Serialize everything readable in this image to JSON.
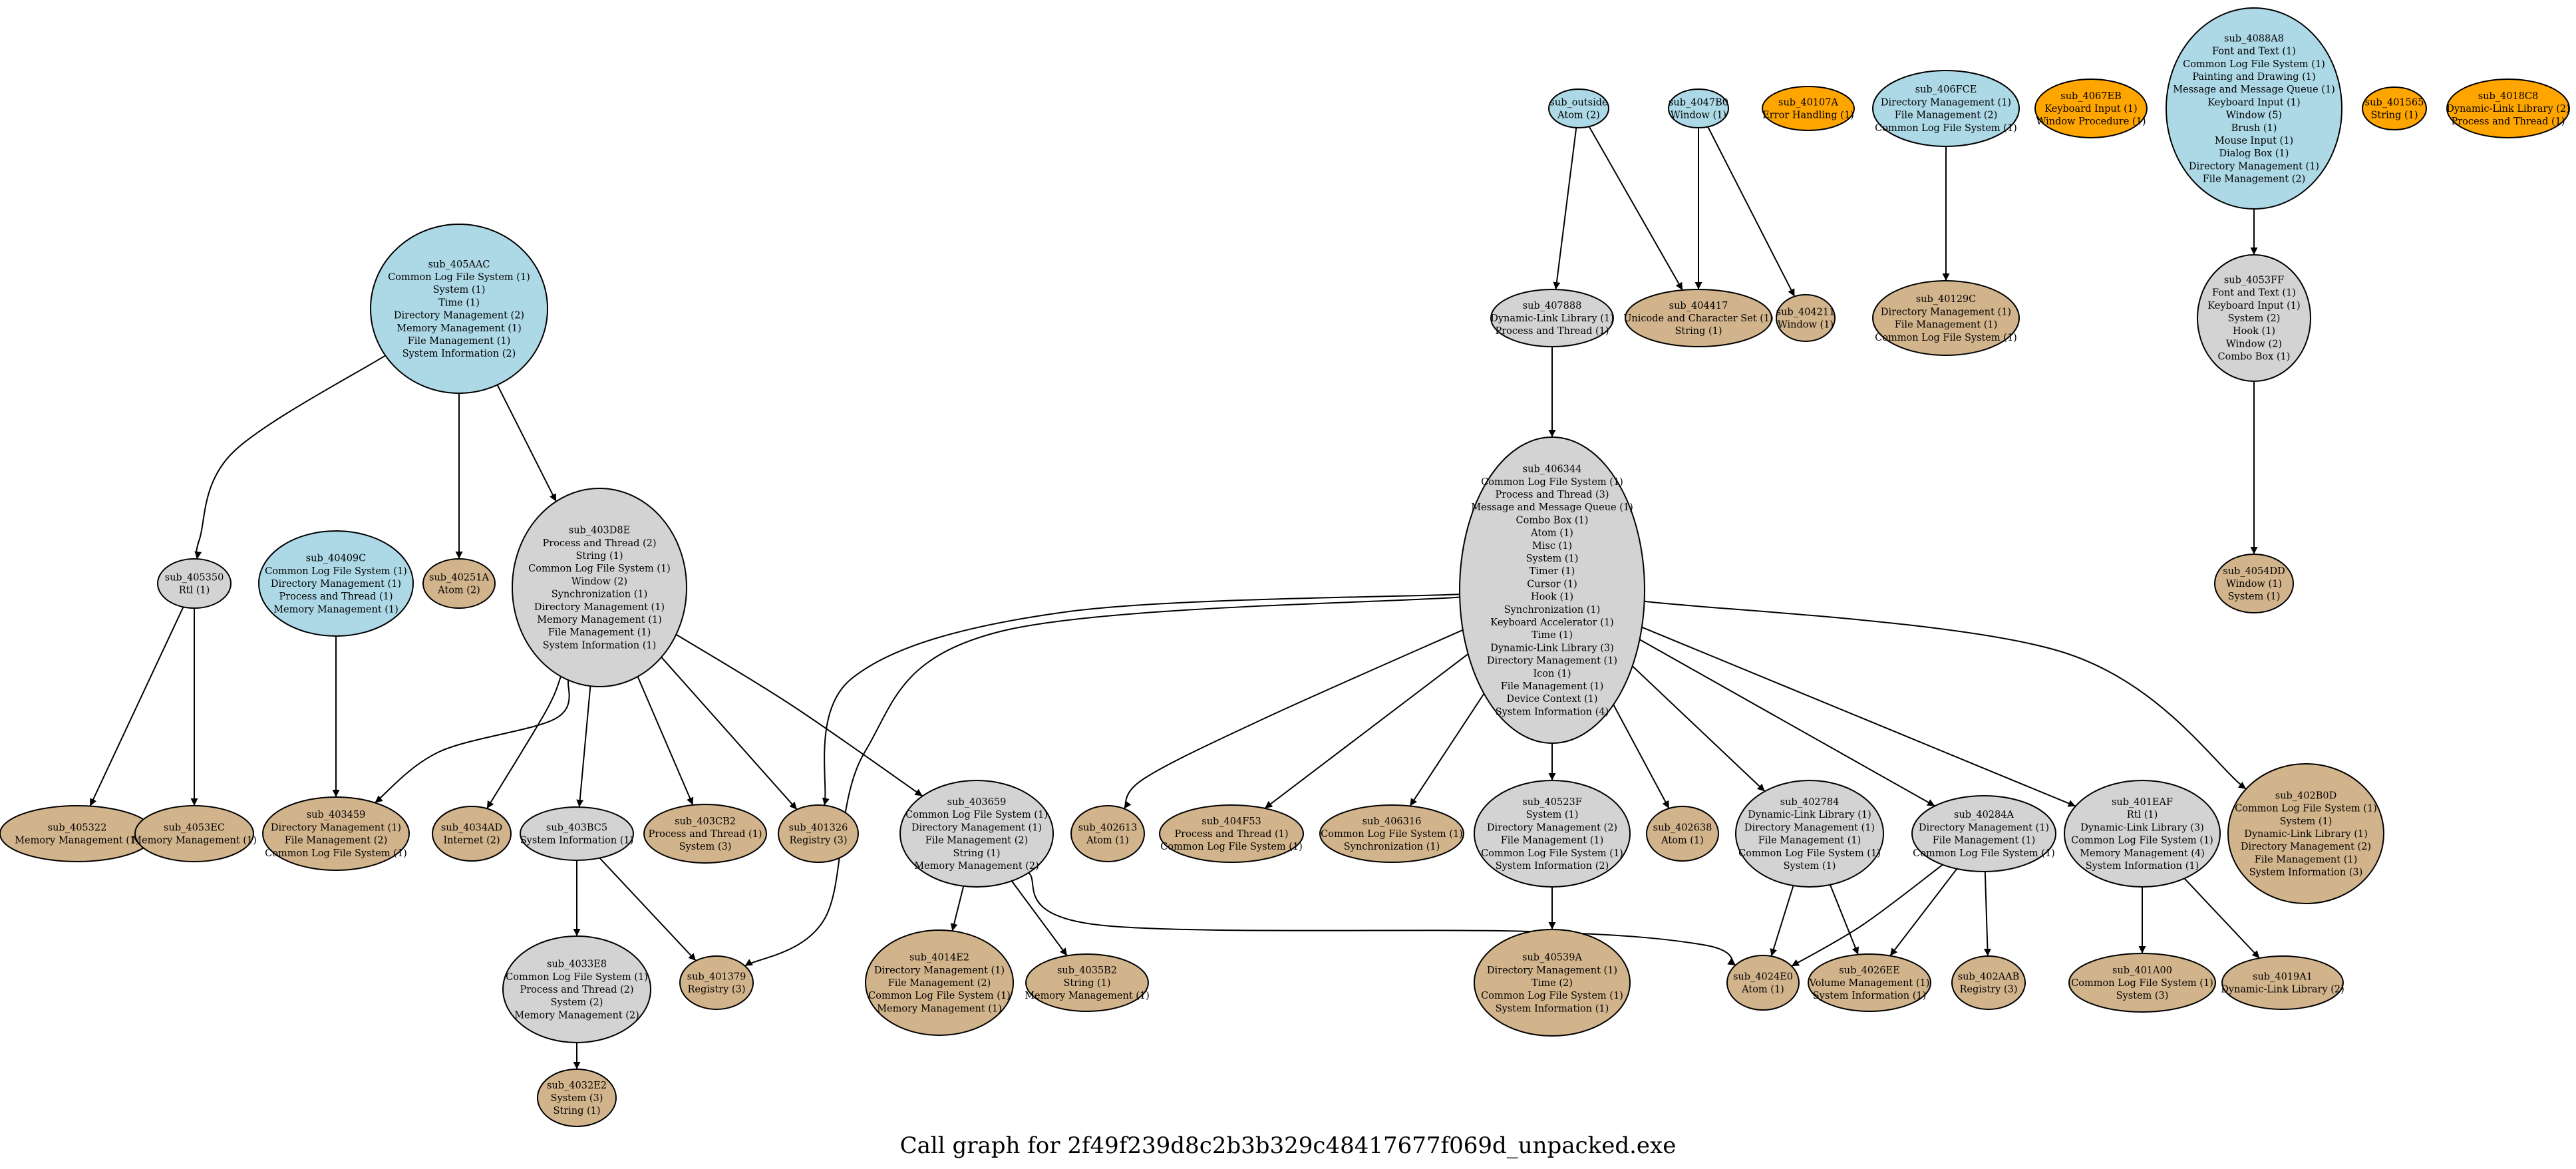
{
  "caption": "Call graph for 2f49f239d8c2b3b329c48417677f069d_unpacked.exe",
  "colors": {
    "entry": "#add8e6",
    "internal": "#d3d3d3",
    "leaf": "#d2b48c",
    "orphan": "#ffa500",
    "stroke": "#000000"
  },
  "nodes": [
    {
      "id": "sub_outside",
      "kind": "entry",
      "lines": [
        "sub_outside",
        "Atom (2)"
      ]
    },
    {
      "id": "sub_4047B0",
      "kind": "entry",
      "lines": [
        "sub_4047B0",
        "Window (1)"
      ]
    },
    {
      "id": "sub_40107A",
      "kind": "orphan",
      "lines": [
        "sub_40107A",
        "Error Handling (1)"
      ]
    },
    {
      "id": "sub_406FCE",
      "kind": "entry",
      "lines": [
        "sub_406FCE",
        "Directory Management (1)",
        "File Management (2)",
        "Common Log File System (1)"
      ]
    },
    {
      "id": "sub_4067EB",
      "kind": "orphan",
      "lines": [
        "sub_4067EB",
        "Keyboard Input (1)",
        "Window Procedure (1)"
      ]
    },
    {
      "id": "sub_4088A8",
      "kind": "entry",
      "lines": [
        "sub_4088A8",
        "Font and Text (1)",
        "Common Log File System (1)",
        "Painting and Drawing (1)",
        "Message and Message Queue (1)",
        "Keyboard Input (1)",
        "Window (5)",
        "Brush (1)",
        "Mouse Input (1)",
        "Dialog Box (1)",
        "Directory Management (1)",
        "File Management (2)"
      ]
    },
    {
      "id": "sub_401565",
      "kind": "orphan",
      "lines": [
        "sub_401565",
        "String (1)"
      ]
    },
    {
      "id": "sub_4018C8",
      "kind": "orphan",
      "lines": [
        "sub_4018C8",
        "Dynamic-Link Library (2)",
        "Process and Thread (1)"
      ]
    },
    {
      "id": "sub_405AAC",
      "kind": "entry",
      "lines": [
        "sub_405AAC",
        "Common Log File System (1)",
        "System (1)",
        "Time (1)",
        "Directory Management (2)",
        "Memory Management (1)",
        "File Management (1)",
        "System Information (2)"
      ]
    },
    {
      "id": "sub_407888",
      "kind": "internal",
      "lines": [
        "sub_407888",
        "Dynamic-Link Library (1)",
        "Process and Thread (1)"
      ]
    },
    {
      "id": "sub_404417",
      "kind": "leaf",
      "lines": [
        "sub_404417",
        "Unicode and Character Set (1)",
        "String (1)"
      ]
    },
    {
      "id": "sub_404211",
      "kind": "leaf",
      "lines": [
        "sub_404211",
        "Window (1)"
      ]
    },
    {
      "id": "sub_40129C",
      "kind": "leaf",
      "lines": [
        "sub_40129C",
        "Directory Management (1)",
        "File Management (1)",
        "Common Log File System (1)"
      ]
    },
    {
      "id": "sub_4053FF",
      "kind": "internal",
      "lines": [
        "sub_4053FF",
        "Font and Text (1)",
        "Keyboard Input (1)",
        "System (2)",
        "Hook (1)",
        "Window (2)",
        "Combo Box (1)"
      ]
    },
    {
      "id": "sub_406344",
      "kind": "internal",
      "lines": [
        "sub_406344",
        "Common Log File System (1)",
        "Process and Thread (3)",
        "Message and Message Queue (1)",
        "Combo Box (1)",
        "Atom (1)",
        "Misc (1)",
        "System (1)",
        "Timer (1)",
        "Cursor (1)",
        "Hook (1)",
        "Synchronization (1)",
        "Keyboard Accelerator (1)",
        "Time (1)",
        "Dynamic-Link Library (3)",
        "Directory Management (1)",
        "Icon (1)",
        "File Management (1)",
        "Device Context (1)",
        "System Information (4)"
      ]
    },
    {
      "id": "sub_403D8E",
      "kind": "internal",
      "lines": [
        "sub_403D8E",
        "Process and Thread (2)",
        "String (1)",
        "Common Log File System (1)",
        "Window (2)",
        "Synchronization (1)",
        "Directory Management (1)",
        "Memory Management (1)",
        "File Management (1)",
        "System Information (1)"
      ]
    },
    {
      "id": "sub_405350",
      "kind": "internal",
      "lines": [
        "sub_405350",
        "Rtl (1)"
      ]
    },
    {
      "id": "sub_40409C",
      "kind": "entry",
      "lines": [
        "sub_40409C",
        "Common Log File System (1)",
        "Directory Management (1)",
        "Process and Thread (1)",
        "Memory Management (1)"
      ]
    },
    {
      "id": "sub_40251A",
      "kind": "leaf",
      "lines": [
        "sub_40251A",
        "Atom (2)"
      ]
    },
    {
      "id": "sub_4054DD",
      "kind": "leaf",
      "lines": [
        "sub_4054DD",
        "Window (1)",
        "System (1)"
      ]
    },
    {
      "id": "sub_405322",
      "kind": "leaf",
      "lines": [
        "sub_405322",
        "Memory Management (1)"
      ]
    },
    {
      "id": "sub_4053EC",
      "kind": "leaf",
      "lines": [
        "sub_4053EC",
        "Memory Management (1)"
      ]
    },
    {
      "id": "sub_403459",
      "kind": "leaf",
      "lines": [
        "sub_403459",
        "Directory Management (1)",
        "File Management (2)",
        "Common Log File System (1)"
      ]
    },
    {
      "id": "sub_4034AD",
      "kind": "leaf",
      "lines": [
        "sub_4034AD",
        "Internet (2)"
      ]
    },
    {
      "id": "sub_403BC5",
      "kind": "internal",
      "lines": [
        "sub_403BC5",
        "System Information (1)"
      ]
    },
    {
      "id": "sub_403CB2",
      "kind": "leaf",
      "lines": [
        "sub_403CB2",
        "Process and Thread (1)",
        "System (3)"
      ]
    },
    {
      "id": "sub_401326",
      "kind": "leaf",
      "lines": [
        "sub_401326",
        "Registry (3)"
      ]
    },
    {
      "id": "sub_403659",
      "kind": "internal",
      "lines": [
        "sub_403659",
        "Common Log File System (1)",
        "Directory Management (1)",
        "File Management (2)",
        "String (1)",
        "Memory Management (2)"
      ]
    },
    {
      "id": "sub_402613",
      "kind": "leaf",
      "lines": [
        "sub_402613",
        "Atom (1)"
      ]
    },
    {
      "id": "sub_404F53",
      "kind": "leaf",
      "lines": [
        "sub_404F53",
        "Process and Thread (1)",
        "Common Log File System (1)"
      ]
    },
    {
      "id": "sub_406316",
      "kind": "leaf",
      "lines": [
        "sub_406316",
        "Common Log File System (1)",
        "Synchronization (1)"
      ]
    },
    {
      "id": "sub_40523F",
      "kind": "internal",
      "lines": [
        "sub_40523F",
        "System (1)",
        "Directory Management (2)",
        "File Management (1)",
        "Common Log File System (1)",
        "System Information (2)"
      ]
    },
    {
      "id": "sub_402638",
      "kind": "leaf",
      "lines": [
        "sub_402638",
        "Atom (1)"
      ]
    },
    {
      "id": "sub_402784",
      "kind": "internal",
      "lines": [
        "sub_402784",
        "Dynamic-Link Library (1)",
        "Directory Management (1)",
        "File Management (1)",
        "Common Log File System (1)",
        "System (1)"
      ]
    },
    {
      "id": "sub_40284A",
      "kind": "internal",
      "lines": [
        "sub_40284A",
        "Directory Management (1)",
        "File Management (1)",
        "Common Log File System (1)"
      ]
    },
    {
      "id": "sub_401EAF",
      "kind": "internal",
      "lines": [
        "sub_401EAF",
        "Rtl (1)",
        "Dynamic-Link Library (3)",
        "Common Log File System (1)",
        "Memory Management (4)",
        "System Information (1)"
      ]
    },
    {
      "id": "sub_402B0D",
      "kind": "leaf",
      "lines": [
        "sub_402B0D",
        "Common Log File System (1)",
        "System (1)",
        "Dynamic-Link Library (1)",
        "Directory Management (2)",
        "File Management (1)",
        "System Information (3)"
      ]
    },
    {
      "id": "sub_4033E8",
      "kind": "internal",
      "lines": [
        "sub_4033E8",
        "Common Log File System (1)",
        "Process and Thread (2)",
        "System (2)",
        "Memory Management (2)"
      ]
    },
    {
      "id": "sub_401379",
      "kind": "leaf",
      "lines": [
        "sub_401379",
        "Registry (3)"
      ]
    },
    {
      "id": "sub_4014E2",
      "kind": "leaf",
      "lines": [
        "sub_4014E2",
        "Directory Management (1)",
        "File Management (2)",
        "Common Log File System (1)",
        "Memory Management (1)"
      ]
    },
    {
      "id": "sub_4035B2",
      "kind": "leaf",
      "lines": [
        "sub_4035B2",
        "String (1)",
        "Memory Management (1)"
      ]
    },
    {
      "id": "sub_40539A",
      "kind": "leaf",
      "lines": [
        "sub_40539A",
        "Directory Management (1)",
        "Time (2)",
        "Common Log File System (1)",
        "System Information (1)"
      ]
    },
    {
      "id": "sub_4024E0",
      "kind": "leaf",
      "lines": [
        "sub_4024E0",
        "Atom (1)"
      ]
    },
    {
      "id": "sub_4026EE",
      "kind": "leaf",
      "lines": [
        "sub_4026EE",
        "Volume Management (1)",
        "System Information (1)"
      ]
    },
    {
      "id": "sub_402AAB",
      "kind": "leaf",
      "lines": [
        "sub_402AAB",
        "Registry (3)"
      ]
    },
    {
      "id": "sub_401A00",
      "kind": "leaf",
      "lines": [
        "sub_401A00",
        "Common Log File System (1)",
        "System (3)"
      ]
    },
    {
      "id": "sub_4019A1",
      "kind": "leaf",
      "lines": [
        "sub_4019A1",
        "Dynamic-Link Library (2)"
      ]
    },
    {
      "id": "sub_4032E2",
      "kind": "leaf",
      "lines": [
        "sub_4032E2",
        "System (3)",
        "String (1)"
      ]
    }
  ],
  "edges": [
    {
      "from": "sub_outside",
      "to": "sub_407888"
    },
    {
      "from": "sub_outside",
      "to": "sub_404417"
    },
    {
      "from": "sub_4047B0",
      "to": "sub_404417"
    },
    {
      "from": "sub_4047B0",
      "to": "sub_404211"
    },
    {
      "from": "sub_406FCE",
      "to": "sub_40129C"
    },
    {
      "from": "sub_4088A8",
      "to": "sub_4053FF"
    },
    {
      "from": "sub_4053FF",
      "to": "sub_4054DD"
    },
    {
      "from": "sub_407888",
      "to": "sub_406344"
    },
    {
      "from": "sub_405AAC",
      "to": "sub_405350"
    },
    {
      "from": "sub_405AAC",
      "to": "sub_40251A"
    },
    {
      "from": "sub_405AAC",
      "to": "sub_403D8E"
    },
    {
      "from": "sub_405350",
      "to": "sub_405322"
    },
    {
      "from": "sub_405350",
      "to": "sub_4053EC"
    },
    {
      "from": "sub_40409C",
      "to": "sub_403459"
    },
    {
      "from": "sub_403D8E",
      "to": "sub_403459"
    },
    {
      "from": "sub_403D8E",
      "to": "sub_4034AD"
    },
    {
      "from": "sub_403D8E",
      "to": "sub_403BC5"
    },
    {
      "from": "sub_403D8E",
      "to": "sub_403CB2"
    },
    {
      "from": "sub_403D8E",
      "to": "sub_401326"
    },
    {
      "from": "sub_403D8E",
      "to": "sub_403659"
    },
    {
      "from": "sub_403BC5",
      "to": "sub_4033E8"
    },
    {
      "from": "sub_403BC5",
      "to": "sub_401379"
    },
    {
      "from": "sub_4033E8",
      "to": "sub_4032E2"
    },
    {
      "from": "sub_403659",
      "to": "sub_4014E2"
    },
    {
      "from": "sub_403659",
      "to": "sub_4035B2"
    },
    {
      "from": "sub_403659",
      "to": "sub_4024E0"
    },
    {
      "from": "sub_406344",
      "to": "sub_401326"
    },
    {
      "from": "sub_406344",
      "to": "sub_401379"
    },
    {
      "from": "sub_406344",
      "to": "sub_402613"
    },
    {
      "from": "sub_406344",
      "to": "sub_404F53"
    },
    {
      "from": "sub_406344",
      "to": "sub_406316"
    },
    {
      "from": "sub_406344",
      "to": "sub_40523F"
    },
    {
      "from": "sub_406344",
      "to": "sub_402638"
    },
    {
      "from": "sub_406344",
      "to": "sub_402784"
    },
    {
      "from": "sub_406344",
      "to": "sub_40284A"
    },
    {
      "from": "sub_406344",
      "to": "sub_401EAF"
    },
    {
      "from": "sub_406344",
      "to": "sub_402B0D"
    },
    {
      "from": "sub_40523F",
      "to": "sub_40539A"
    },
    {
      "from": "sub_402784",
      "to": "sub_4024E0"
    },
    {
      "from": "sub_402784",
      "to": "sub_4026EE"
    },
    {
      "from": "sub_40284A",
      "to": "sub_4024E0"
    },
    {
      "from": "sub_40284A",
      "to": "sub_4026EE"
    },
    {
      "from": "sub_40284A",
      "to": "sub_402AAB"
    },
    {
      "from": "sub_401EAF",
      "to": "sub_401A00"
    },
    {
      "from": "sub_401EAF",
      "to": "sub_4019A1"
    }
  ]
}
